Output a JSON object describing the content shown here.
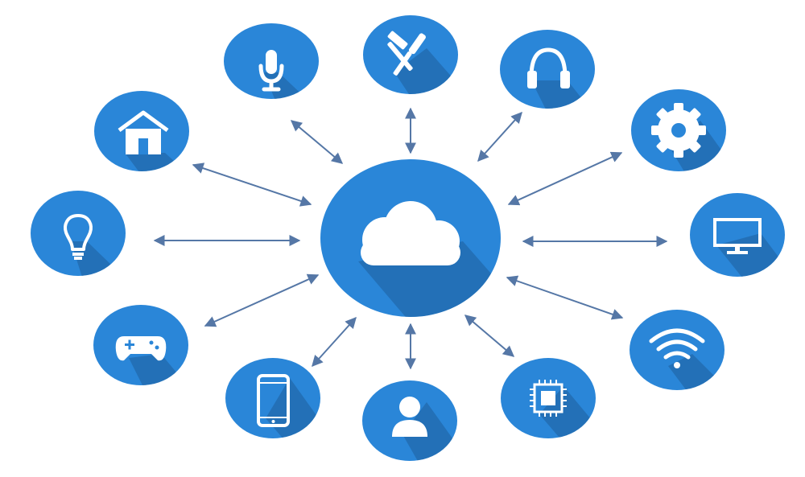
{
  "colors": {
    "circle": "#2a86d8",
    "circle_shadow": "#1d5f9c",
    "arrow": "#5577a6",
    "icon": "#ffffff"
  },
  "hub": {
    "icon": "cloud-icon"
  },
  "devices": [
    {
      "id": "microphone",
      "icon": "microphone-icon"
    },
    {
      "id": "tools",
      "icon": "tools-icon"
    },
    {
      "id": "headphones",
      "icon": "headphones-icon"
    },
    {
      "id": "home",
      "icon": "home-icon"
    },
    {
      "id": "settings",
      "icon": "gear-icon"
    },
    {
      "id": "lightbulb",
      "icon": "lightbulb-icon"
    },
    {
      "id": "monitor",
      "icon": "monitor-icon"
    },
    {
      "id": "gamepad",
      "icon": "gamepad-icon"
    },
    {
      "id": "wifi",
      "icon": "wifi-icon"
    },
    {
      "id": "smartphone",
      "icon": "smartphone-icon"
    },
    {
      "id": "user",
      "icon": "user-icon"
    },
    {
      "id": "chip",
      "icon": "chip-icon"
    }
  ]
}
